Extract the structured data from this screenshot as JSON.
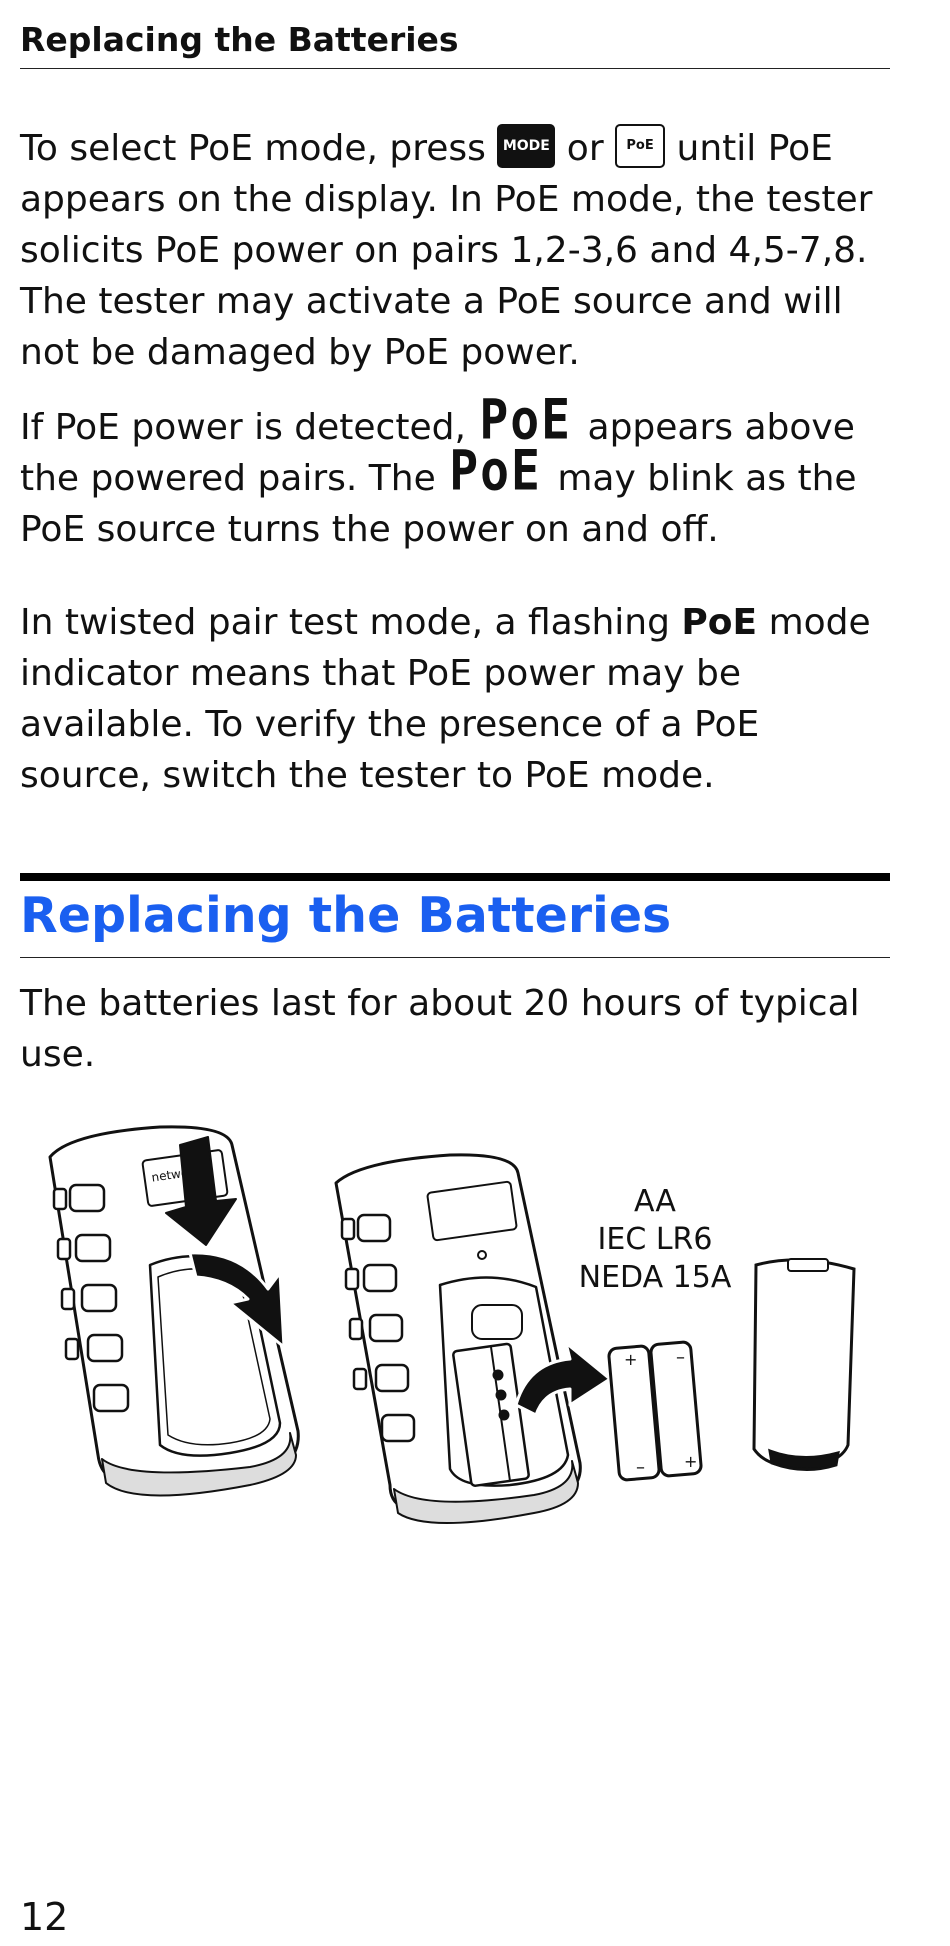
{
  "running_header": "Replacing the Batteries",
  "keys": {
    "mode": "MODE",
    "poe": "PoE"
  },
  "display_glyph": "PoE",
  "para1": {
    "a": "To select PoE mode, press ",
    "b": " or ",
    "c": " until PoE appears on the display. In PoE mode, the tester solicits PoE power on pairs 1,2-3,6 and 4,5-7,8. The tester may activate a PoE source and will not be damaged by PoE power."
  },
  "para2": {
    "a": "If PoE power is detected, ",
    "b": " appears above the powered pairs. The ",
    "c": " may blink as the PoE source turns the power on and off."
  },
  "para3": {
    "a": "In twisted pair test mode, a flashing ",
    "bold": "PoE",
    "b": " mode indicator means that PoE power may be available. To verify the presence of a PoE source, switch the tester to PoE mode."
  },
  "section_heading": "Replacing the Batteries",
  "para4": "The batteries last for about 20 hours of typical use.",
  "figure": {
    "battery_label": [
      "AA",
      "IEC LR6",
      "NEDA 15A"
    ],
    "logo_text": "networks"
  },
  "page_number": "12"
}
